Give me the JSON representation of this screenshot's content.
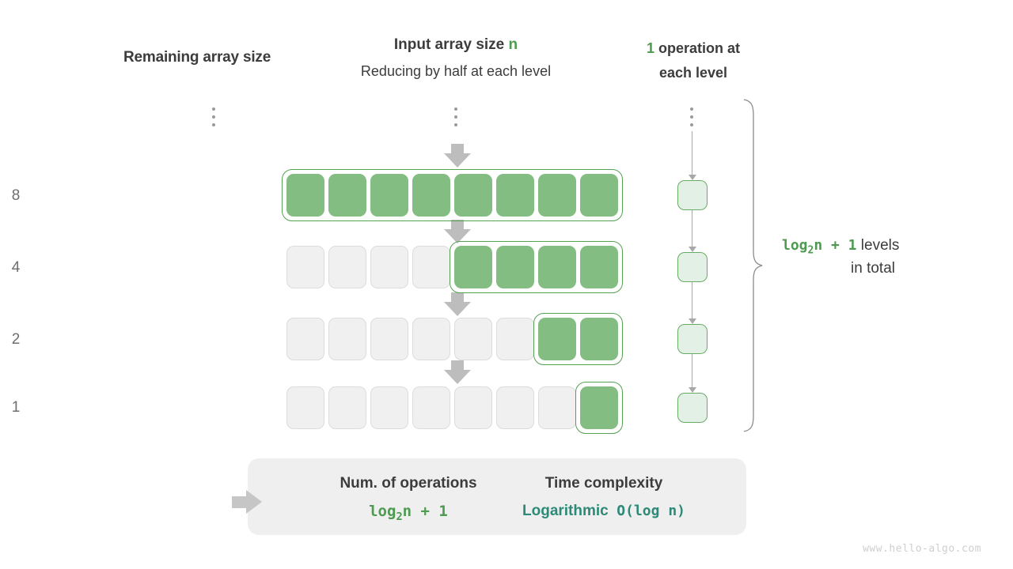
{
  "headers": {
    "left": "Remaining array size",
    "middle_title_prefix": "Input array size ",
    "middle_title_var": "n",
    "middle_subtitle": "Reducing by half at each level",
    "right_count": "1",
    "right_text_line1": " operation at",
    "right_text_line2": "each level"
  },
  "colors": {
    "green_fill": "#84bd82",
    "green_border": "#55a152",
    "green_text": "#4e9a51",
    "light_green_fill": "#e3f0e5",
    "empty_fill": "#f0f0f0",
    "empty_border": "#dcdcdc",
    "arrow_gray": "#bdbdbd",
    "panel_bg": "#efefef",
    "teal": "#2d8a78",
    "label_gray": "#6e6e6e"
  },
  "levels": [
    {
      "size_label": "8",
      "total_cells": 8,
      "active_cells": 8
    },
    {
      "size_label": "4",
      "total_cells": 8,
      "active_cells": 4
    },
    {
      "size_label": "2",
      "total_cells": 8,
      "active_cells": 2
    },
    {
      "size_label": "1",
      "total_cells": 8,
      "active_cells": 1
    }
  ],
  "operations": {
    "per_level": 1,
    "box_count": 4
  },
  "ellipsis": {
    "dot_count": 3,
    "columns": [
      "size-column",
      "array-column",
      "operations-column"
    ]
  },
  "annotation": {
    "formula_prefix": "log",
    "formula_sub": "2",
    "formula_suffix": "n + 1",
    "text_after": "  levels",
    "text_line2": "in total"
  },
  "summary": {
    "left_title": "Num. of operations",
    "left_value_prefix": "log",
    "left_value_sub": "2",
    "left_value_suffix": "n + 1",
    "right_title": "Time complexity",
    "right_value_word": "Logarithmic",
    "right_value_bigo": "O(log n)"
  },
  "watermark": "www.hello-algo.com"
}
